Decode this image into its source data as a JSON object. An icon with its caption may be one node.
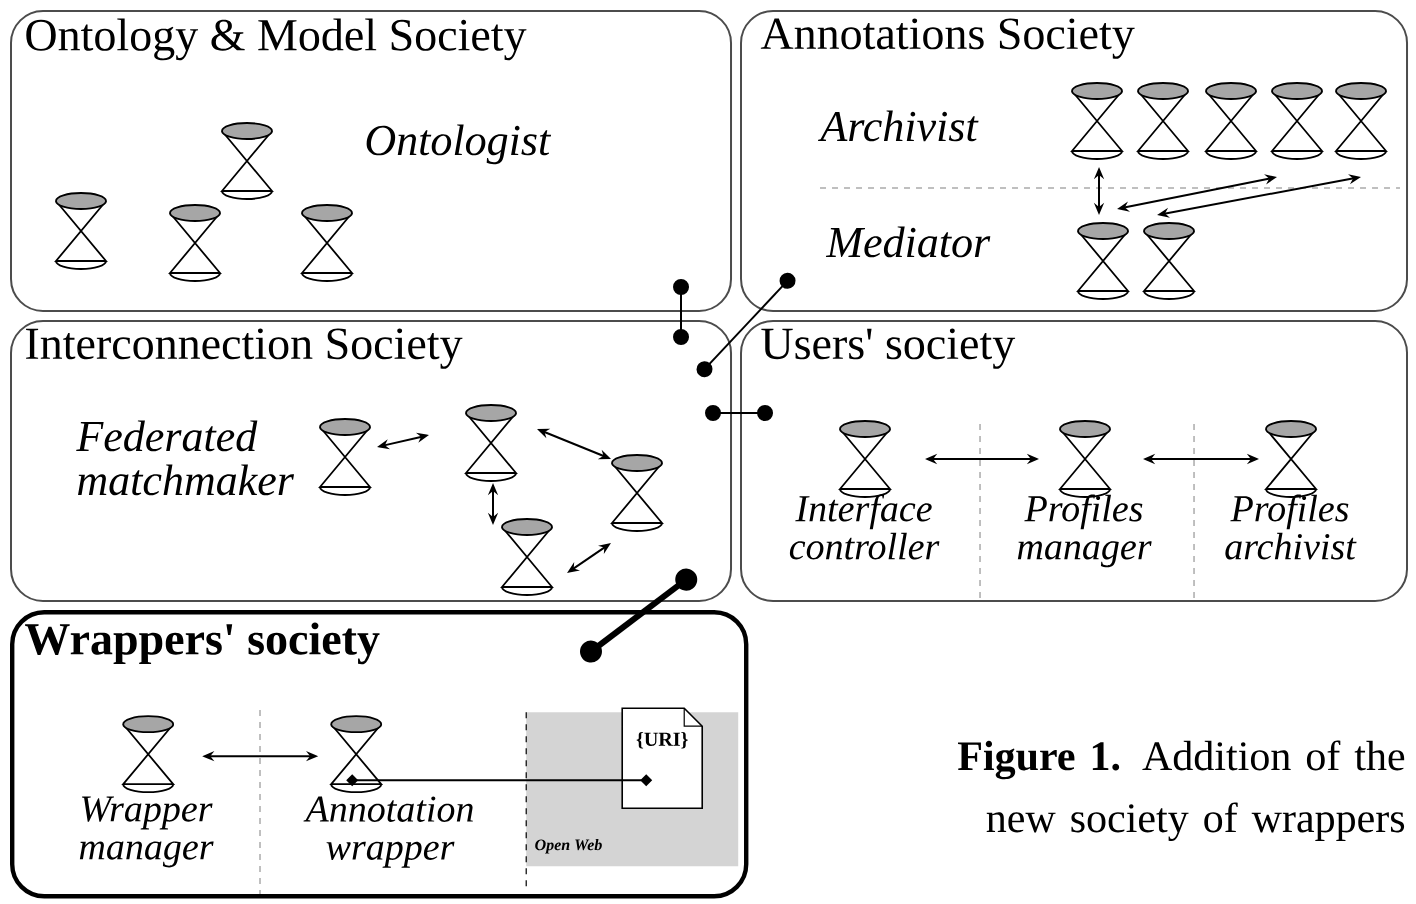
{
  "diagram": {
    "caption": "**Figure 1.** Addition of the new society of wrappers",
    "nodes": [
      {
        "text": [
          "Ontology & Model Society",
          "Ontologist"
        ]
      },
      {
        "text": [],
        "shape": "hourglass",
        "in": 0
      },
      {
        "text": [],
        "shape": "hourglass",
        "in": 0
      },
      {
        "text": [],
        "shape": "hourglass",
        "in": 0
      },
      {
        "text": [],
        "shape": "hourglass",
        "in": 0
      },
      {
        "text": [
          "Annotations Society",
          "Archivist",
          "Mediator"
        ]
      },
      {
        "text": [],
        "shape": "hourglass",
        "in": 5
      },
      {
        "text": [],
        "shape": "hourglass",
        "in": 5
      },
      {
        "text": [],
        "shape": "hourglass",
        "in": 5
      },
      {
        "text": [],
        "shape": "hourglass",
        "in": 5
      },
      {
        "text": [],
        "shape": "hourglass",
        "in": 5
      },
      {
        "text": [],
        "shape": "hourglass",
        "in": 5
      },
      {
        "text": [],
        "shape": "hourglass",
        "in": 5
      },
      {
        "text": [
          "Interconnection Society",
          "Federated matchmaker"
        ]
      },
      {
        "text": [],
        "shape": "hourglass",
        "in": 13
      },
      {
        "text": [],
        "shape": "hourglass",
        "in": 13
      },
      {
        "text": [],
        "shape": "hourglass",
        "in": 13
      },
      {
        "text": [],
        "shape": "hourglass",
        "in": 13
      },
      {
        "text": [
          "Users' society"
        ]
      },
      {
        "text": [],
        "shape": "hourglass",
        "in": 18,
        "beside": [
          "Interface controller"
        ]
      },
      {
        "text": [],
        "shape": "hourglass",
        "in": 18,
        "beside": [
          "Profiles manager"
        ]
      },
      {
        "text": [],
        "shape": "hourglass",
        "in": 18,
        "beside": [
          "Profiles archivist"
        ]
      },
      {
        "text": [
          "Wrappers' society"
        ]
      },
      {
        "text": [],
        "shape": "hourglass",
        "in": 22,
        "beside": [
          "Wrapper manager"
        ]
      },
      {
        "text": [],
        "shape": "hourglass",
        "in": 22,
        "beside": [
          "Annotation wrapper"
        ]
      },
      {
        "text": [
          "Open Web"
        ],
        "in": 22
      },
      {
        "text": [
          "{URI}"
        ],
        "in": 25
      }
    ],
    "edges": [
      {
        "from": 0,
        "to": 13,
        "arrow": "other"
      },
      {
        "from": 5,
        "to": 13,
        "arrow": "other"
      },
      {
        "from": 18,
        "to": 13,
        "arrow": "other"
      },
      {
        "from": 22,
        "to": 13,
        "arrow": "other",
        "style": "thick"
      },
      {
        "from": 6,
        "to": 11,
        "arrow": "both"
      },
      {
        "from": 11,
        "to": 9,
        "arrow": "both"
      },
      {
        "from": 12,
        "to": 10,
        "arrow": "both"
      },
      {
        "from": 14,
        "to": 15,
        "arrow": "both"
      },
      {
        "from": 15,
        "to": 16,
        "arrow": "both"
      },
      {
        "from": 15,
        "to": 17,
        "arrow": "both"
      },
      {
        "from": 17,
        "to": 16,
        "arrow": "both"
      },
      {
        "from": 19,
        "to": 20,
        "arrow": "both"
      },
      {
        "from": 20,
        "to": 21,
        "arrow": "both"
      },
      {
        "from": 23,
        "to": 24,
        "arrow": "both"
      },
      {
        "from": 24,
        "to": 26,
        "arrow": "other"
      }
    ]
  }
}
